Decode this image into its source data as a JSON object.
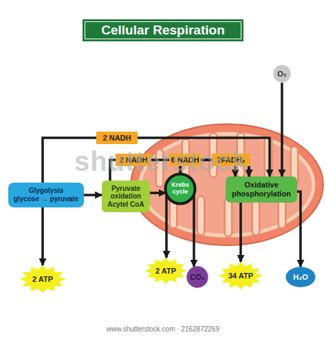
{
  "diagram": {
    "title": "Cellular Respiration",
    "nodes": [
      {
        "text": [
          "O₂"
        ]
      },
      {
        "text": [
          "Glygolysis",
          "glycose → pyruvate"
        ]
      },
      {
        "text": [
          "Pyruvate oxidation Acytel CoA"
        ]
      },
      {
        "text": [
          "Krebs cycle"
        ]
      },
      {
        "text": [
          "Oxidative phosphorylation"
        ]
      },
      {
        "text": [
          "2 ATP"
        ]
      },
      {
        "text": [
          "2 ATP"
        ]
      },
      {
        "text": [
          "CO₂"
        ]
      },
      {
        "text": [
          "34 ATP"
        ]
      },
      {
        "text": [
          "H₂O"
        ]
      }
    ],
    "edges": [
      {
        "from": 1,
        "to": 4,
        "label": "2 NADH",
        "arrow": "to"
      },
      {
        "from": 2,
        "to": 4,
        "label": "2 NADH",
        "arrow": "to"
      },
      {
        "from": 3,
        "to": 4,
        "label": "6 NADH",
        "arrow": "to"
      },
      {
        "from": 3,
        "to": 4,
        "label": "2FADH₂",
        "arrow": "to"
      },
      {
        "from": 1,
        "to": 2,
        "arrow": "to"
      },
      {
        "from": 2,
        "to": 3,
        "arrow": "to"
      },
      {
        "from": 0,
        "to": 4,
        "arrow": "to"
      },
      {
        "from": 1,
        "to": 5,
        "arrow": "to"
      },
      {
        "from": 3,
        "to": 6,
        "arrow": "to"
      },
      {
        "from": 3,
        "to": 7,
        "arrow": "to"
      },
      {
        "from": 4,
        "to": 8,
        "arrow": "to"
      },
      {
        "from": 4,
        "to": 9,
        "arrow": "to"
      }
    ],
    "labels": [
      "shutterstock",
      "www.shutterstock.com · 2162872269"
    ]
  }
}
